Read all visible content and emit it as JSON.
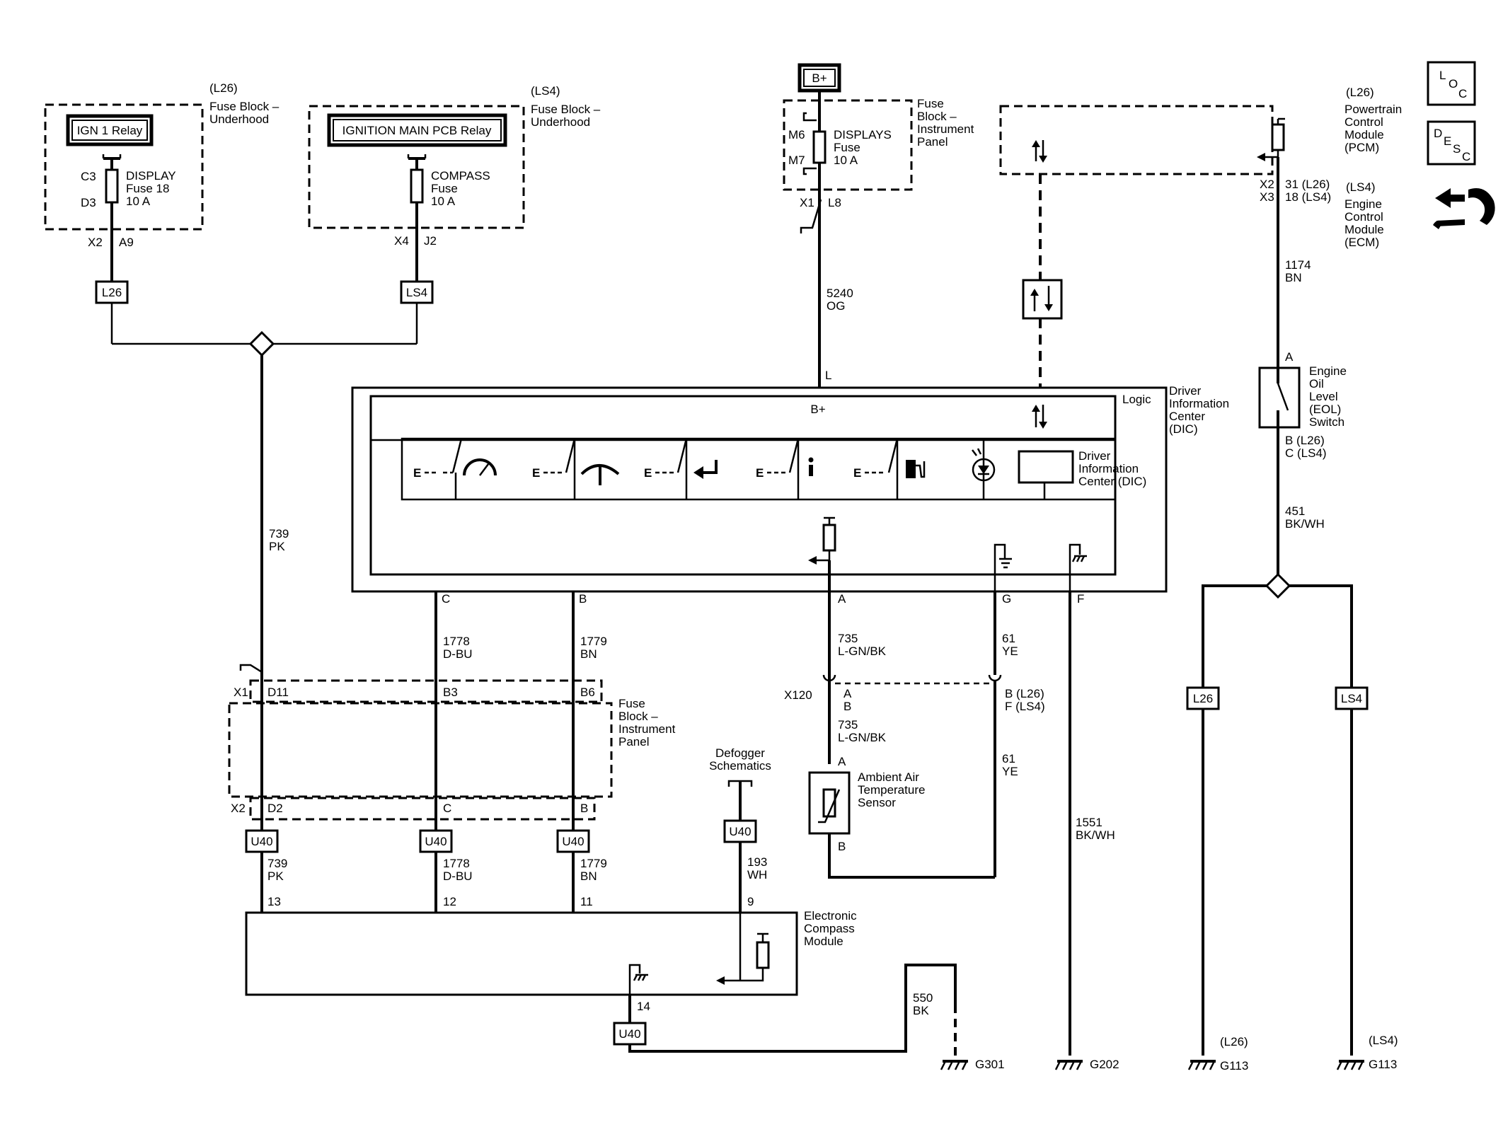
{
  "legend_icons": [
    {
      "name": "location-icon",
      "letters": [
        "L",
        "O",
        "C"
      ]
    },
    {
      "name": "description-icon",
      "letters": [
        "D",
        "E",
        "S",
        "C"
      ]
    },
    {
      "name": "connector-service-icon"
    }
  ],
  "fuse_block_underhood_l26": {
    "option": "(L26)",
    "title": [
      "Fuse Block –",
      "Underhood"
    ],
    "relay": "IGN 1 Relay",
    "fuse": [
      "DISPLAY",
      "Fuse 18",
      "10 A"
    ],
    "pins_top": [
      "C3",
      "D3"
    ],
    "connector": [
      "X2",
      "A9"
    ],
    "badge": "L26"
  },
  "fuse_block_underhood_ls4": {
    "option": "(LS4)",
    "title": [
      "Fuse Block –",
      "Underhood"
    ],
    "relay": "IGNITION MAIN PCB Relay",
    "fuse": [
      "COMPASS",
      "Fuse",
      "10 A"
    ],
    "connector": [
      "X4",
      "J2"
    ],
    "badge": "LS4"
  },
  "fuse_block_ip_top": {
    "battery": "B+",
    "title": [
      "Fuse",
      "Block –",
      "Instrument",
      "Panel"
    ],
    "pins": [
      "M6",
      "M7"
    ],
    "fuse": [
      "DISPLAYS",
      "Fuse",
      "10 A"
    ],
    "connector": [
      "X1",
      "L8"
    ]
  },
  "wire_5240": [
    "5240",
    "OG"
  ],
  "pcm_block": {
    "option_l26": "(L26)",
    "title_l26": [
      "Powertrain",
      "Control",
      "Module",
      "(PCM)"
    ],
    "connector_left": [
      "X2",
      "X3"
    ],
    "connector_right": [
      "31 (L26)",
      "18 (LS4)"
    ],
    "option_ls4": "(LS4)",
    "title_ls4": [
      "Engine",
      "Control",
      "Module",
      "(ECM)"
    ]
  },
  "wire_1174": [
    "1174",
    "BN"
  ],
  "eol_switch": {
    "pin_top": "A",
    "label": [
      "Engine",
      "Oil",
      "Level",
      "(EOL)",
      "Switch"
    ],
    "pins_bottom": [
      "B (L26)",
      "C (LS4)"
    ]
  },
  "wire_451": [
    "451",
    "BK/WH"
  ],
  "dic": {
    "title": [
      "Driver",
      "Information",
      "Center",
      "(DIC)"
    ],
    "logic": "Logic",
    "bplus": "B+",
    "pin_l": "L",
    "switch_letter": "E",
    "display_label": [
      "Driver",
      "Information",
      "Center (DIC)"
    ],
    "pins_bottom": [
      "C",
      "B",
      "A",
      "G",
      "F"
    ]
  },
  "wire_739": [
    "739",
    "PK"
  ],
  "wire_1778": [
    "1778",
    "D-BU"
  ],
  "wire_1779": [
    "1779",
    "BN"
  ],
  "wire_735": [
    "735",
    "L-GN/BK"
  ],
  "wire_61": [
    "61",
    "YE"
  ],
  "wire_1551": [
    "1551",
    "BK/WH"
  ],
  "wire_193": [
    "193",
    "WH"
  ],
  "wire_550": [
    "550",
    "BK"
  ],
  "fuse_block_ip_bottom": {
    "title": [
      "Fuse",
      "Block –",
      "Instrument",
      "Panel"
    ],
    "connector_top": "X1",
    "pins_top": [
      "D11",
      "B3",
      "B6"
    ],
    "connector_bottom": "X2",
    "pins_bottom": [
      "D2",
      "C",
      "B"
    ]
  },
  "x120": {
    "name": "X120",
    "pins_left": [
      "A",
      "B"
    ],
    "pins_right": [
      "B (L26)",
      "F (LS4)"
    ]
  },
  "ambient_sensor": {
    "pin_top": "A",
    "pin_bottom": "B",
    "label": [
      "Ambient Air",
      "Temperature",
      "Sensor"
    ]
  },
  "defogger": [
    "Defogger",
    "Schematics"
  ],
  "u40": "U40",
  "compass_module": {
    "title": [
      "Electronic",
      "Compass",
      "Module"
    ],
    "pins": [
      "13",
      "12",
      "11",
      "9",
      "14"
    ]
  },
  "grounds": {
    "g301": "G301",
    "g202": "G202",
    "g113_l26": "G113",
    "g113_ls4": "G113",
    "opt_l26": "(L26)",
    "opt_ls4": "(LS4)"
  },
  "badge_l26": "L26",
  "badge_ls4": "LS4"
}
